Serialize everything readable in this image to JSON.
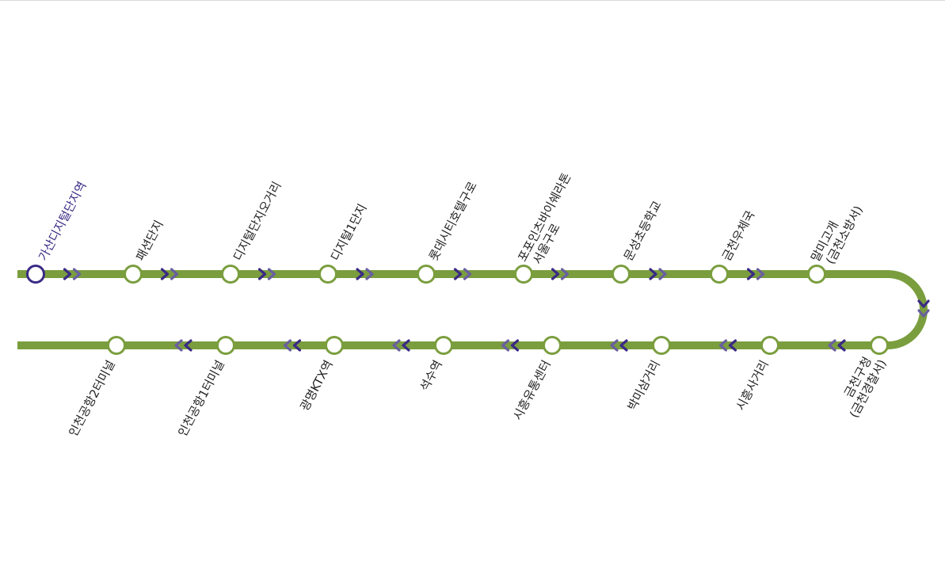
{
  "colors": {
    "line": "#7a9e3e",
    "arrow": "#3b2a85",
    "arrow_light": "#6a5fa0",
    "station_fill": "#ffffff",
    "current_station": "#3b2a85",
    "label": "#222222"
  },
  "direction_icon": "chevron-double-icon",
  "stations": {
    "top": [
      {
        "lines": [
          "가산디지털단지역"
        ],
        "current": true
      },
      {
        "lines": [
          "패션단지"
        ]
      },
      {
        "lines": [
          "디지털단지오거리"
        ]
      },
      {
        "lines": [
          "디지털1단지"
        ]
      },
      {
        "lines": [
          "롯데시티호텔구로"
        ]
      },
      {
        "lines": [
          "포포인츠바이쉐라톤",
          "서울구로"
        ]
      },
      {
        "lines": [
          "문성초등학교"
        ]
      },
      {
        "lines": [
          "금천우체국"
        ]
      },
      {
        "lines": [
          "말미고개",
          "(금천소방서)"
        ]
      }
    ],
    "bottom": [
      {
        "lines": [
          "금천구청",
          "(금천경찰서)"
        ]
      },
      {
        "lines": [
          "시흥사거리"
        ]
      },
      {
        "lines": [
          "박미삼거리"
        ]
      },
      {
        "lines": [
          "시흥유통센터"
        ]
      },
      {
        "lines": [
          "석수역"
        ]
      },
      {
        "lines": [
          "광명KTX역"
        ]
      },
      {
        "lines": [
          "인천공항1터미널"
        ]
      },
      {
        "lines": [
          "인천공항2터미널"
        ]
      }
    ]
  }
}
